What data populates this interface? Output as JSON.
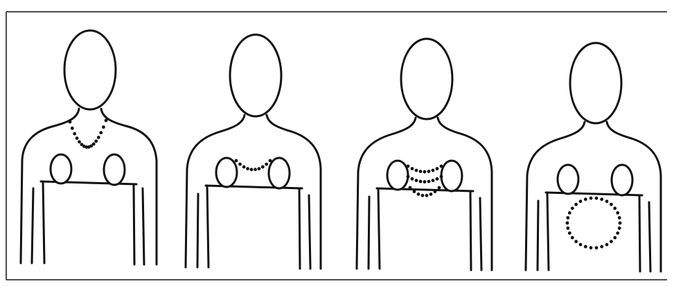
{
  "figure": {
    "panel_count": 4,
    "line_color": "#111111",
    "background_color": "#ffffff",
    "panels": [
      {
        "id": "panel-1",
        "dots_shape": "necklace"
      },
      {
        "id": "panel-2",
        "dots_shape": "short-arc-between-breasts"
      },
      {
        "id": "panel-3",
        "dots_shape": "stacked-arcs-between-breasts"
      },
      {
        "id": "panel-4",
        "dots_shape": "ring-on-abdomen"
      }
    ]
  }
}
